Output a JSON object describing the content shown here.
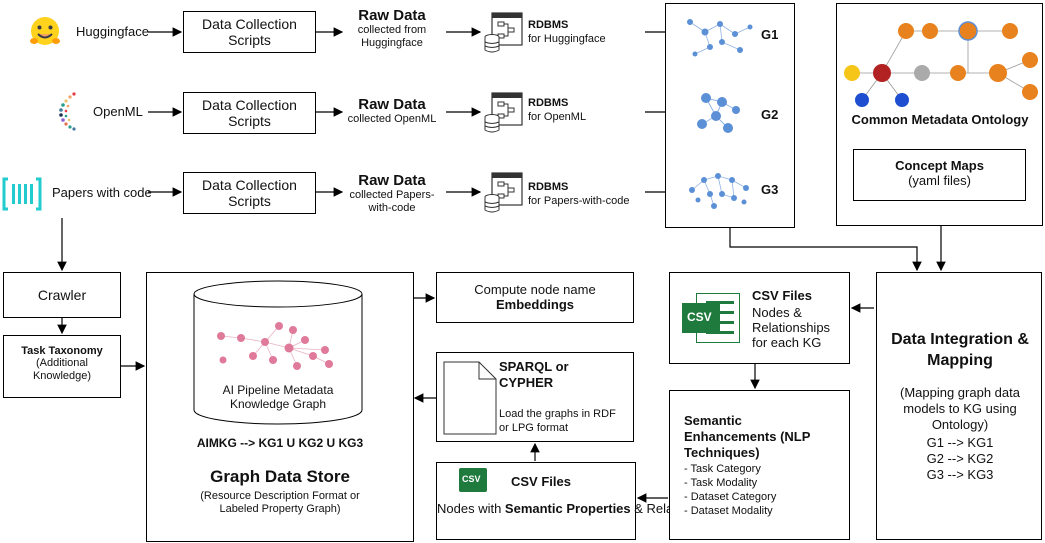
{
  "sources": [
    {
      "name": "Huggingface",
      "icon": "huggingface-icon"
    },
    {
      "name": "OpenML",
      "icon": "openml-icon"
    },
    {
      "name": "Papers with code",
      "icon": "paperswithcode-icon"
    }
  ],
  "collection_scripts_label": "Data Collection Scripts",
  "raw_data": [
    {
      "title": "Raw Data",
      "subtitle": "collected from\nHuggingface"
    },
    {
      "title": "Raw Data",
      "subtitle": "collected OpenML"
    },
    {
      "title": "Raw Data",
      "subtitle": "collected Papers-\nwith-code"
    }
  ],
  "rdbms": [
    {
      "title": "RDBMS",
      "subtitle": "for Huggingface"
    },
    {
      "title": "RDBMS",
      "subtitle": "for OpenML"
    },
    {
      "title": "RDBMS",
      "subtitle": "for Papers-with-code"
    }
  ],
  "graphs": [
    "G1",
    "G2",
    "G3"
  ],
  "ontology": {
    "title": "Common Metadata Ontology",
    "concept_maps_title": "Concept Maps",
    "concept_maps_sub": "(yaml files)"
  },
  "crawler": "Crawler",
  "task_taxonomy": {
    "title": "Task Taxonomy",
    "sub": "(Additional\nKnowledge)"
  },
  "graph_store": {
    "cylinder_label": "AI Pipeline Metadata\nKnowledge Graph",
    "formula": "AIMKG --> KG1 U KG2 U KG3",
    "title": "Graph Data Store",
    "sub": "(Resource Description Format or\nLabeled Property Graph)"
  },
  "embeddings": {
    "line1": "Compute node name",
    "line2": "Embeddings"
  },
  "sparql": {
    "title": "SPARQL or\nCYPHER",
    "desc": "Load the graphs in RDF\nor LPG format"
  },
  "csv_semantic": {
    "title": "CSV Files",
    "line_pre": "Nodes with ",
    "line_bold": "Semantic\nProperties",
    "line_post": " & Relationships"
  },
  "csv_files": {
    "title": "CSV Files",
    "desc": "Nodes &\nRelationships\nfor each KG"
  },
  "semantic_enh": {
    "title": "Semantic\nEnhancements (NLP\nTechniques)",
    "items": [
      "- Task Category",
      "- Task Modality",
      "- Dataset Category",
      "- Dataset Modality"
    ]
  },
  "integration": {
    "title": "Data Integration &\nMapping",
    "desc": "(Mapping graph data\nmodels to KG using\nOntology)",
    "maps": [
      "G1 --> KG1",
      "G2 --> KG2",
      "G3 --> KG3"
    ]
  },
  "csv_icon_label": "CSV",
  "colors": {
    "graph_node": "#5b8fd6",
    "kg_node": "#e07a9a",
    "ontology_orange": "#e8821e",
    "csv_green": "#1f7a3e"
  }
}
